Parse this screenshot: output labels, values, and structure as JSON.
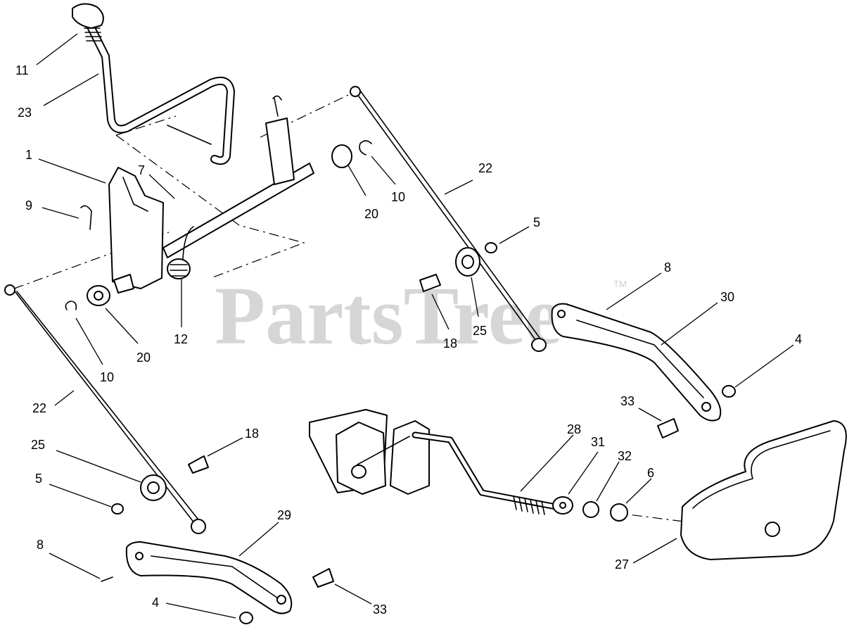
{
  "watermark": {
    "text": "PartsTree",
    "mark": "TM"
  },
  "callouts": [
    {
      "id": "c11a",
      "label": "11"
    },
    {
      "id": "c23a",
      "label": "23"
    },
    {
      "id": "c1a",
      "label": "1"
    },
    {
      "id": "c7a",
      "label": "7"
    },
    {
      "id": "c9a",
      "label": "9"
    },
    {
      "id": "c20a",
      "label": "20"
    },
    {
      "id": "c10a",
      "label": "10"
    },
    {
      "id": "c12a",
      "label": "12"
    },
    {
      "id": "c20b",
      "label": "20"
    },
    {
      "id": "c10b",
      "label": "10"
    },
    {
      "id": "c22a",
      "label": "22"
    },
    {
      "id": "c5a",
      "label": "5"
    },
    {
      "id": "c18a",
      "label": "18"
    },
    {
      "id": "c25a",
      "label": "25"
    },
    {
      "id": "c8a",
      "label": "8"
    },
    {
      "id": "c30a",
      "label": "30"
    },
    {
      "id": "c4a",
      "label": "4"
    },
    {
      "id": "c33a",
      "label": "33"
    },
    {
      "id": "c22b",
      "label": "22"
    },
    {
      "id": "c18b",
      "label": "18"
    },
    {
      "id": "c25b",
      "label": "25"
    },
    {
      "id": "c5b",
      "label": "5"
    },
    {
      "id": "c29a",
      "label": "29"
    },
    {
      "id": "c8b",
      "label": "8"
    },
    {
      "id": "c4b",
      "label": "4"
    },
    {
      "id": "c33b",
      "label": "33"
    },
    {
      "id": "c28a",
      "label": "28"
    },
    {
      "id": "c31a",
      "label": "31"
    },
    {
      "id": "c32a",
      "label": "32"
    },
    {
      "id": "c6a",
      "label": "6"
    },
    {
      "id": "c27a",
      "label": "27"
    }
  ]
}
